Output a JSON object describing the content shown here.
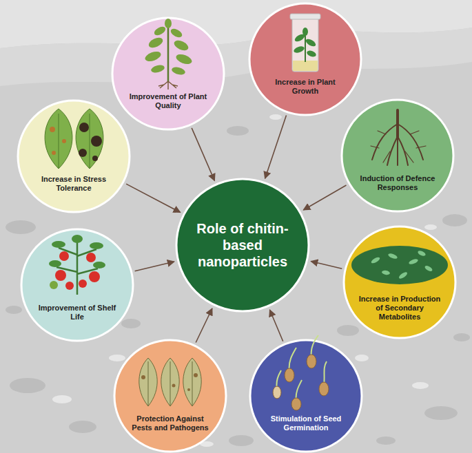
{
  "diagram": {
    "nodes": [
      {
        "text": [
          "Role of chitin-based nanoparticles"
        ]
      },
      {
        "text": [
          "Improvement of Plant Quality"
        ]
      },
      {
        "text": [
          "Increase in Plant Growth"
        ]
      },
      {
        "text": [
          "Induction of Defence Responses"
        ]
      },
      {
        "text": [
          "Increase in Production of Secondary Metabolites"
        ]
      },
      {
        "text": [
          "Stimulation of Seed Germination"
        ]
      },
      {
        "text": [
          "Protection Against Pests and Pathogens"
        ]
      },
      {
        "text": [
          "Improvement of Shelf Life"
        ]
      },
      {
        "text": [
          "Increase in Stress Tolerance"
        ]
      }
    ],
    "edges": [
      {
        "from": 1,
        "to": 0,
        "arrow": "to"
      },
      {
        "from": 2,
        "to": 0,
        "arrow": "to"
      },
      {
        "from": 3,
        "to": 0,
        "arrow": "to"
      },
      {
        "from": 4,
        "to": 0,
        "arrow": "to"
      },
      {
        "from": 5,
        "to": 0,
        "arrow": "to"
      },
      {
        "from": 6,
        "to": 0,
        "arrow": "to"
      },
      {
        "from": 7,
        "to": 0,
        "arrow": "to"
      },
      {
        "from": 8,
        "to": 0,
        "arrow": "to"
      }
    ]
  }
}
